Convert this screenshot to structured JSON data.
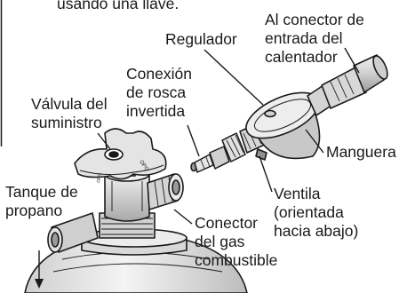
{
  "labels": {
    "top_fragment": "usando una llave.",
    "connector_inlet": [
      "Al conector de",
      "entrada del",
      "calentador"
    ],
    "regulator": "Regulador",
    "inverted_thread": [
      "Conexión",
      "de rosca",
      "invertida"
    ],
    "supply_valve": [
      "Válvula del",
      "suministro"
    ],
    "hose": "Manguera",
    "propane_tank": [
      "Tanque de",
      "propano"
    ],
    "vent": [
      "Ventila",
      "(orientada",
      "hacia abajo)"
    ],
    "gas_connector": [
      "Conector",
      "del gas",
      "combustible"
    ],
    "valve_stamp": "OPG"
  },
  "colors": {
    "ink": "#1a1a1a",
    "metal_light": "#e8e8e8",
    "metal_mid": "#c4c4c4",
    "metal_dark": "#8f8f8f"
  }
}
